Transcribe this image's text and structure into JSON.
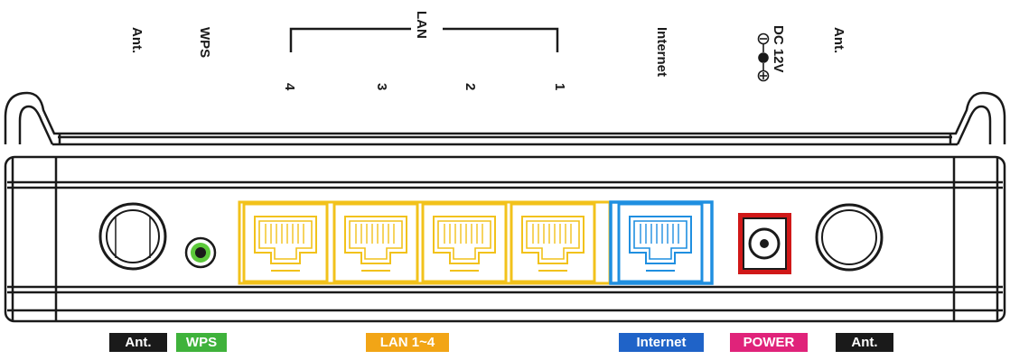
{
  "top_labels": {
    "ant_left": "Ant.",
    "wps": "WPS",
    "lan": "LAN",
    "lan_ports": [
      "4",
      "3",
      "2",
      "1"
    ],
    "internet": "Internet",
    "dc": "DC 12V",
    "ant_right": "Ant."
  },
  "bottom_labels": {
    "ant_left": "Ant.",
    "wps": "WPS",
    "lan": "LAN 1~4",
    "internet": "Internet",
    "power": "POWER",
    "ant_right": "Ant."
  },
  "colors": {
    "outline": "#1a1a1a",
    "lan_port": "#f2c21b",
    "internet_port": "#1f8fe0",
    "wps_button": "#5cc93a",
    "power_jack": "#d01818",
    "badge_ant": "#1a1a1a",
    "badge_wps": "#3fb23b",
    "badge_lan": "#f2a516",
    "badge_internet": "#1f63c8",
    "badge_power": "#e0237a"
  }
}
